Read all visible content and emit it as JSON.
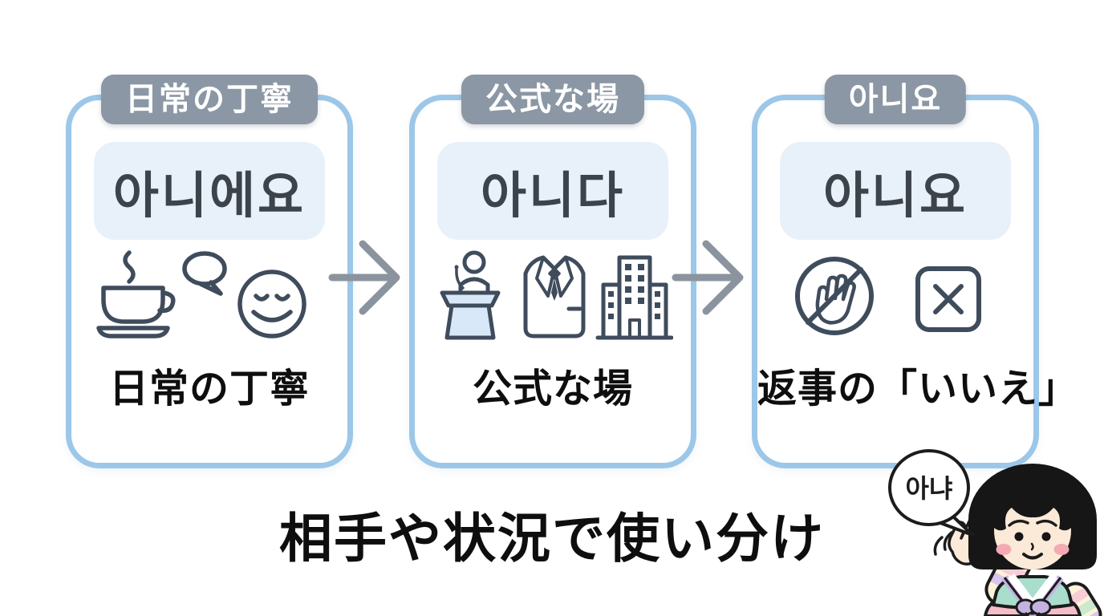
{
  "title": "相手や状況で使い分け",
  "cards": [
    {
      "id": "everyday-polite",
      "badge": "日常の丁寧",
      "word": "아니에요",
      "label": "日常の丁寧",
      "icons": [
        "coffee-cup",
        "speech-bubble",
        "smiley-face"
      ]
    },
    {
      "id": "formal-setting",
      "badge": "公式な場",
      "word": "아니다",
      "label": "公式な場",
      "icons": [
        "podium-speaker",
        "suit-jacket",
        "office-building"
      ]
    },
    {
      "id": "reply-no",
      "badge": "아니요",
      "word": "아니요",
      "label": "返事の「いいえ」",
      "icons": [
        "stop-hand-prohibited",
        "x-mark-box"
      ]
    }
  ],
  "character": {
    "speech": "아냐",
    "description": "hanbok-girl-waving"
  },
  "colors": {
    "card_border": "#9cc7e8",
    "badge_bg": "#8b97a4",
    "badge_text": "#ffffff",
    "word_box_bg": "#e8f1fa",
    "word_text": "#3d434b",
    "label_text": "#0e0e0e",
    "title_text": "#0e0e0e",
    "icon_stroke": "#3f4c5c",
    "icon_fill_blue": "#d9e8f8",
    "arrow": "#8b949e",
    "outline_black": "#1c1c1c",
    "hair": "#161616",
    "skin": "#fcead9",
    "blush": "#f4aab3",
    "hanbok_green": "#a9decd",
    "hanbok_pink": "#f6bcc8",
    "ribbon_purple": "#c4b2e2",
    "stripe_cream": "#fdf3d8",
    "stripe_green": "#cde9cd",
    "stripe_pink": "#f8cdd6",
    "stripe_purple": "#d9c6ec"
  }
}
